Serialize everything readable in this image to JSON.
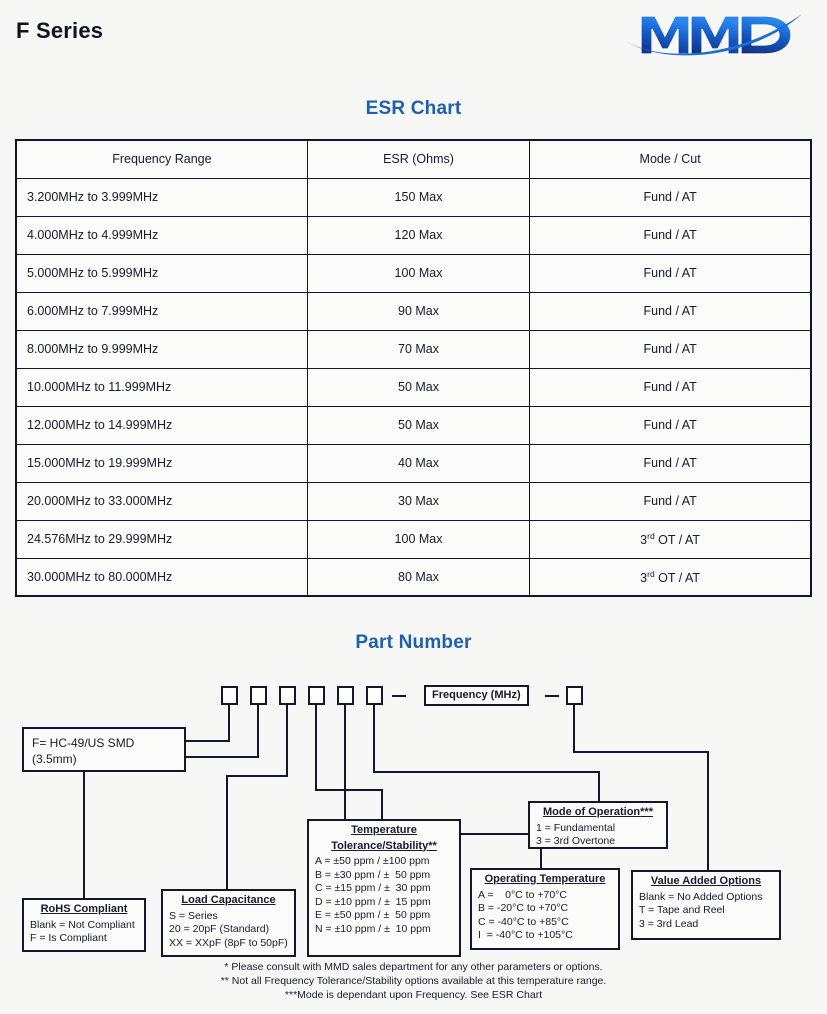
{
  "header": {
    "title": "F Series",
    "logo_text": "MMD",
    "logo_colors": {
      "dark": "#13378f",
      "light": "#1a73e8"
    }
  },
  "accent_color": "#1f5fb0",
  "esr_section": {
    "heading": "ESR Chart",
    "columns": [
      "Frequency Range",
      "ESR (Ohms)",
      "Mode / Cut"
    ],
    "rows": [
      {
        "freq": "3.200MHz to 3.999MHz",
        "esr": "150 Max",
        "mode": "Fund / AT"
      },
      {
        "freq": "4.000MHz to 4.999MHz",
        "esr": "120 Max",
        "mode": "Fund / AT"
      },
      {
        "freq": "5.000MHz to 5.999MHz",
        "esr": "100 Max",
        "mode": "Fund / AT"
      },
      {
        "freq": "6.000MHz to 7.999MHz",
        "esr": "90 Max",
        "mode": "Fund / AT"
      },
      {
        "freq": "8.000MHz to 9.999MHz",
        "esr": "70 Max",
        "mode": "Fund / AT"
      },
      {
        "freq": "10.000MHz to 11.999MHz",
        "esr": "50 Max",
        "mode": "Fund / AT"
      },
      {
        "freq": "12.000MHz to 14.999MHz",
        "esr": "50 Max",
        "mode": "Fund / AT"
      },
      {
        "freq": "15.000MHz to 19.999MHz",
        "esr": "40 Max",
        "mode": "Fund / AT"
      },
      {
        "freq": "20.000MHz to 33.000MHz",
        "esr": "30 Max",
        "mode": "Fund / AT"
      },
      {
        "freq": "24.576MHz to 29.999MHz",
        "esr": "100 Max",
        "mode": "3rd OT / AT",
        "mode_sup": true
      },
      {
        "freq": "30.000MHz to 80.000MHz",
        "esr": "80 Max",
        "mode": "3rd OT / AT",
        "mode_sup": true
      }
    ]
  },
  "part_number": {
    "heading": "Part Number",
    "frequency_field": "Frequency (MHz)",
    "box_count": 6,
    "trailing_box_count": 1,
    "legends": {
      "package": {
        "line1": "F= HC-49/US SMD",
        "line2": "(3.5mm)"
      },
      "rohs": {
        "title": "RoHS Compliant",
        "rows": [
          "Blank = Not Compliant",
          "F = Is Compliant"
        ]
      },
      "load_capacitance": {
        "title": "Load Capacitance",
        "rows": [
          "S = Series",
          "20 = 20pF (Standard)",
          "XX = XXpF (8pF to 50pF)"
        ]
      },
      "temperature_tolerance": {
        "title_line1": "Temperature",
        "title_line2": "Tolerance/Stability",
        "title_stars": "**",
        "rows": [
          "A = ±50 ppm / ±100 ppm",
          "B = ±30 ppm / ±  50 ppm",
          "C = ±15 ppm / ±  30 ppm",
          "D = ±10 ppm / ±  15 ppm",
          "E = ±50 ppm / ±  50 ppm",
          "N = ±10 ppm / ±  10 ppm"
        ]
      },
      "operating_temperature": {
        "title": "Operating Temperature",
        "rows": [
          "A =    0°C to +70°C",
          "B = -20°C to +70°C",
          "C = -40°C to +85°C",
          "I  = -40°C to +105°C"
        ]
      },
      "mode_of_operation": {
        "title": "Mode of Operation",
        "title_stars": "***",
        "rows": [
          "1 = Fundamental",
          "3 = 3rd Overtone"
        ]
      },
      "value_added_options": {
        "title": "Value Added Options",
        "rows": [
          "Blank = No Added Options",
          "T = Tape and Reel",
          "3 = 3rd Lead"
        ]
      }
    },
    "footnotes": [
      "* Please consult with MMD sales department for any other parameters or options.",
      "** Not all Frequency Tolerance/Stability options available at this temperature range.",
      "***Mode is dependant upon Frequency. See ESR Chart"
    ]
  }
}
